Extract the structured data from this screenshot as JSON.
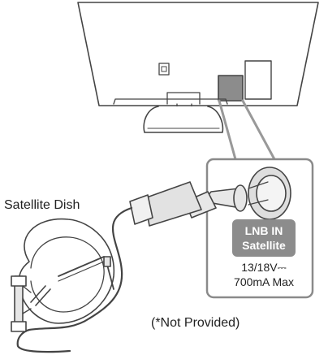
{
  "labels": {
    "dish": "Satellite Dish",
    "not_provided": "(*Not Provided)",
    "port_line_1": "LNB IN",
    "port_line_2": "Satellite",
    "voltage": "13/18V⎓",
    "current": "700mA Max"
  },
  "colors": {
    "line": "#444444",
    "panel_border": "#888888",
    "port_highlight": "#8c8c8c",
    "badge_text": "#ffffff",
    "connector_fill": "#e6e6e6"
  },
  "icons": {
    "tv": "tv-rear-outline",
    "dish": "satellite-dish-drawing",
    "connector": "f-type-connector-drawing"
  }
}
